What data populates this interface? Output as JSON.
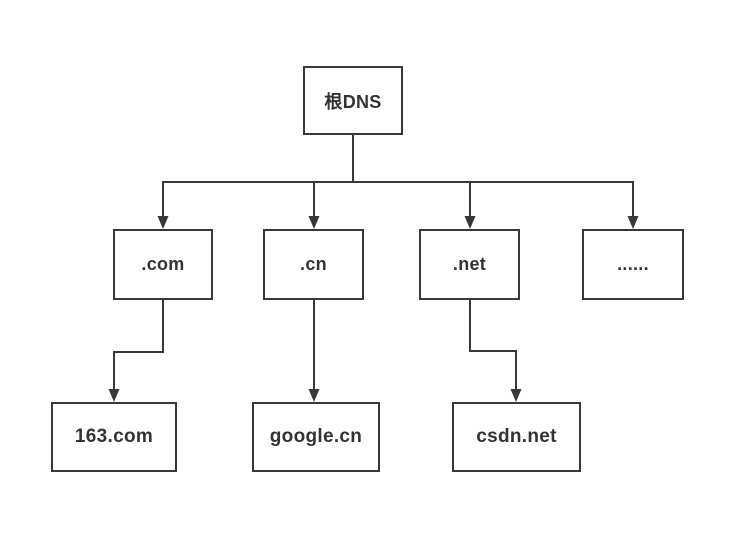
{
  "diagram": {
    "type": "tree",
    "colors": {
      "background": "#ffffff",
      "box_fill": "#ffffff",
      "box_border": "#383838",
      "line": "#383838",
      "text": "#333333"
    },
    "nodes": [
      {
        "id": "root",
        "label": "根DNS",
        "level": 0
      },
      {
        "id": "com",
        "label": ".com",
        "level": 1
      },
      {
        "id": "cn",
        "label": ".cn",
        "level": 1
      },
      {
        "id": "net",
        "label": ".net",
        "level": 1
      },
      {
        "id": "others",
        "label": "......",
        "level": 1
      },
      {
        "id": "163",
        "label": "163.com",
        "level": 2
      },
      {
        "id": "google",
        "label": "google.cn",
        "level": 2
      },
      {
        "id": "csdn",
        "label": "csdn.net",
        "level": 2
      }
    ],
    "edges": [
      {
        "from": "root",
        "to": "com",
        "arrow": true
      },
      {
        "from": "root",
        "to": "cn",
        "arrow": true
      },
      {
        "from": "root",
        "to": "net",
        "arrow": true
      },
      {
        "from": "root",
        "to": "others",
        "arrow": true
      },
      {
        "from": "com",
        "to": "163",
        "arrow": true
      },
      {
        "from": "cn",
        "to": "google",
        "arrow": true
      },
      {
        "from": "net",
        "to": "csdn",
        "arrow": true
      }
    ]
  }
}
